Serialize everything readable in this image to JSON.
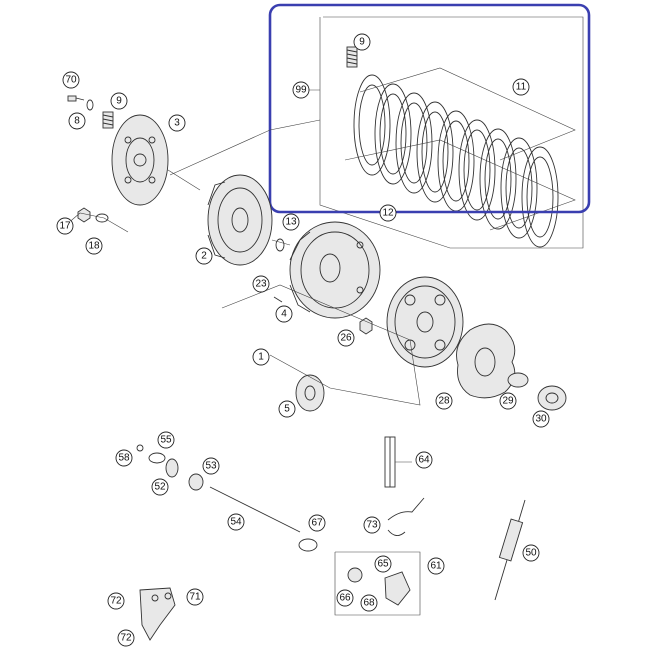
{
  "diagram": {
    "highlight_color": "#3a3fb0",
    "callouts": [
      {
        "id": "c9a",
        "label": "9"
      },
      {
        "id": "c99",
        "label": "99"
      },
      {
        "id": "c11",
        "label": "11"
      },
      {
        "id": "c12",
        "label": "12"
      },
      {
        "id": "c70",
        "label": "70"
      },
      {
        "id": "c9b",
        "label": "9"
      },
      {
        "id": "c8",
        "label": "8"
      },
      {
        "id": "c3",
        "label": "3"
      },
      {
        "id": "c17",
        "label": "17"
      },
      {
        "id": "c18",
        "label": "18"
      },
      {
        "id": "c2",
        "label": "2"
      },
      {
        "id": "c13",
        "label": "13"
      },
      {
        "id": "c23",
        "label": "23"
      },
      {
        "id": "c4",
        "label": "4"
      },
      {
        "id": "c1",
        "label": "1"
      },
      {
        "id": "c26",
        "label": "26"
      },
      {
        "id": "c5",
        "label": "5"
      },
      {
        "id": "c28",
        "label": "28"
      },
      {
        "id": "c29",
        "label": "29"
      },
      {
        "id": "c30",
        "label": "30"
      },
      {
        "id": "c64",
        "label": "64"
      },
      {
        "id": "c58",
        "label": "58"
      },
      {
        "id": "c55",
        "label": "55"
      },
      {
        "id": "c53",
        "label": "53"
      },
      {
        "id": "c52",
        "label": "52"
      },
      {
        "id": "c54",
        "label": "54"
      },
      {
        "id": "c67",
        "label": "67"
      },
      {
        "id": "c73",
        "label": "73"
      },
      {
        "id": "c50",
        "label": "50"
      },
      {
        "id": "c65",
        "label": "65"
      },
      {
        "id": "c61",
        "label": "61"
      },
      {
        "id": "c66",
        "label": "66"
      },
      {
        "id": "c68",
        "label": "68"
      },
      {
        "id": "c72a",
        "label": "72"
      },
      {
        "id": "c71",
        "label": "71"
      },
      {
        "id": "c72b",
        "label": "72"
      }
    ]
  }
}
